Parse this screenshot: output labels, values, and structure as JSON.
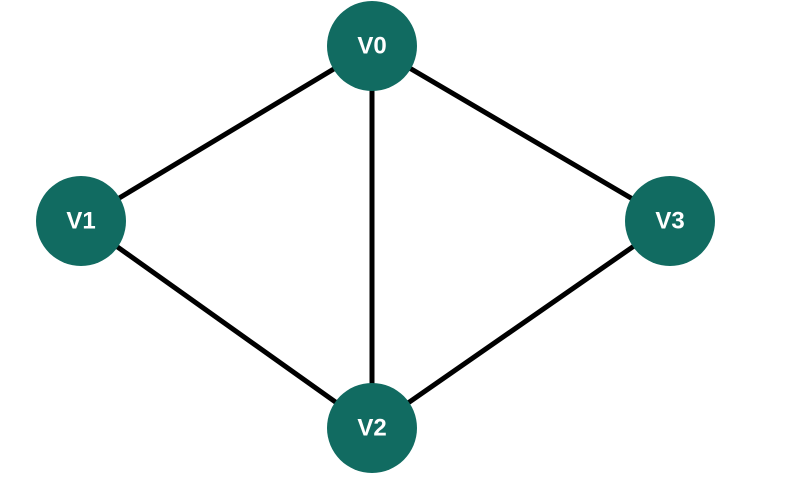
{
  "graph": {
    "colors": {
      "node_fill": "#116B61",
      "edge_stroke": "#000000",
      "label_text": "#ffffff"
    },
    "nodes": [
      {
        "id": "v0",
        "label": "V0"
      },
      {
        "id": "v1",
        "label": "V1"
      },
      {
        "id": "v2",
        "label": "V2"
      },
      {
        "id": "v3",
        "label": "V3"
      }
    ],
    "edges": [
      {
        "from": "v0",
        "to": "v1"
      },
      {
        "from": "v0",
        "to": "v2"
      },
      {
        "from": "v0",
        "to": "v3"
      },
      {
        "from": "v1",
        "to": "v2"
      },
      {
        "from": "v2",
        "to": "v3"
      }
    ]
  }
}
